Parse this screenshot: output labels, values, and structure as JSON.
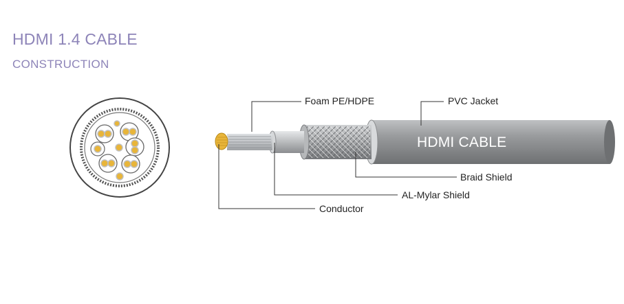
{
  "header": {
    "title": "HDMI 1.4 CABLE",
    "subtitle": "CONSTRUCTION"
  },
  "callouts": {
    "foam": "Foam PE/HDPE",
    "jacket": "PVC Jacket",
    "braid": "Braid Shield",
    "mylar": "AL-Mylar Shield",
    "conductor": "Conductor"
  },
  "cable_print": "HDMI CABLE",
  "colors": {
    "heading": "#8d84b8",
    "jacket": "#8f9193",
    "conductor": "#e8b53a",
    "leader": "#333333"
  }
}
